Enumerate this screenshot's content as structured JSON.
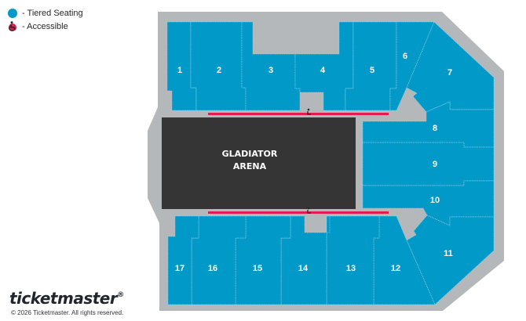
{
  "legend": {
    "items": [
      {
        "icon": "tiered-seating-dot-icon",
        "label": "- Tiered Seating",
        "color": "#0099c8"
      },
      {
        "icon": "accessible-wheelchair-icon",
        "label": "- Accessible",
        "color": "#e31c4f"
      }
    ]
  },
  "arena": {
    "line1": "GLADIATOR",
    "line2": "ARENA",
    "color": "#353535"
  },
  "colors": {
    "section": "#0099c8",
    "concourse": "#b5b8bb",
    "accessible_line": "#e31c4f"
  },
  "sections": [
    {
      "id": "1",
      "label": "1"
    },
    {
      "id": "2",
      "label": "2"
    },
    {
      "id": "3",
      "label": "3"
    },
    {
      "id": "4",
      "label": "4"
    },
    {
      "id": "5",
      "label": "5"
    },
    {
      "id": "6",
      "label": "6"
    },
    {
      "id": "7",
      "label": "7"
    },
    {
      "id": "8",
      "label": "8"
    },
    {
      "id": "9",
      "label": "9"
    },
    {
      "id": "10",
      "label": "10"
    },
    {
      "id": "11",
      "label": "11"
    },
    {
      "id": "12",
      "label": "12"
    },
    {
      "id": "13",
      "label": "13"
    },
    {
      "id": "14",
      "label": "14"
    },
    {
      "id": "15",
      "label": "15"
    },
    {
      "id": "16",
      "label": "16"
    },
    {
      "id": "17",
      "label": "17"
    }
  ],
  "footer": {
    "brand": "ticketmaster",
    "registered": "®",
    "copyright": "© 2026 Ticketmaster. All rights reserved."
  }
}
